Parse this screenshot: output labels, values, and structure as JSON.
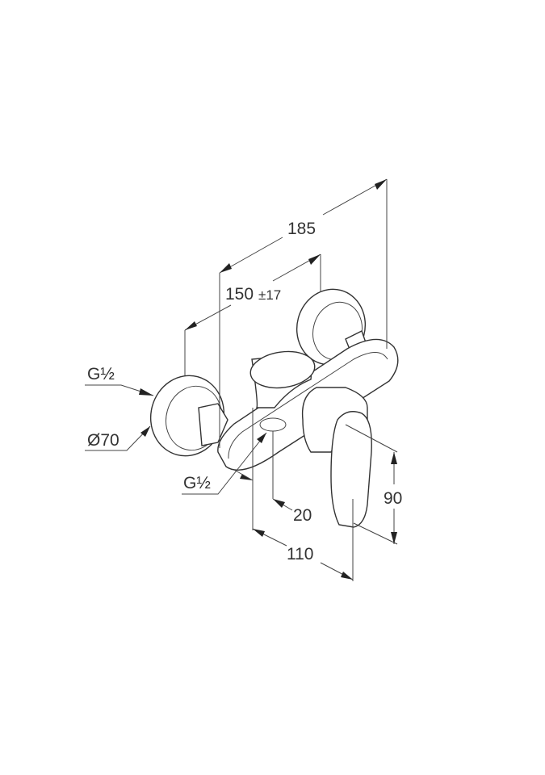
{
  "drawing": {
    "dimensions": {
      "overall_length": "185",
      "center_distance": "150",
      "center_distance_tolerance": "±17",
      "rosette_diameter": "Ø70",
      "outlet_offset": "20",
      "projection": "110",
      "handle_height": "90"
    },
    "threads": {
      "inlet": "G½",
      "outlet": "G½"
    },
    "colors": {
      "line": "#333333",
      "background": "#ffffff"
    }
  }
}
